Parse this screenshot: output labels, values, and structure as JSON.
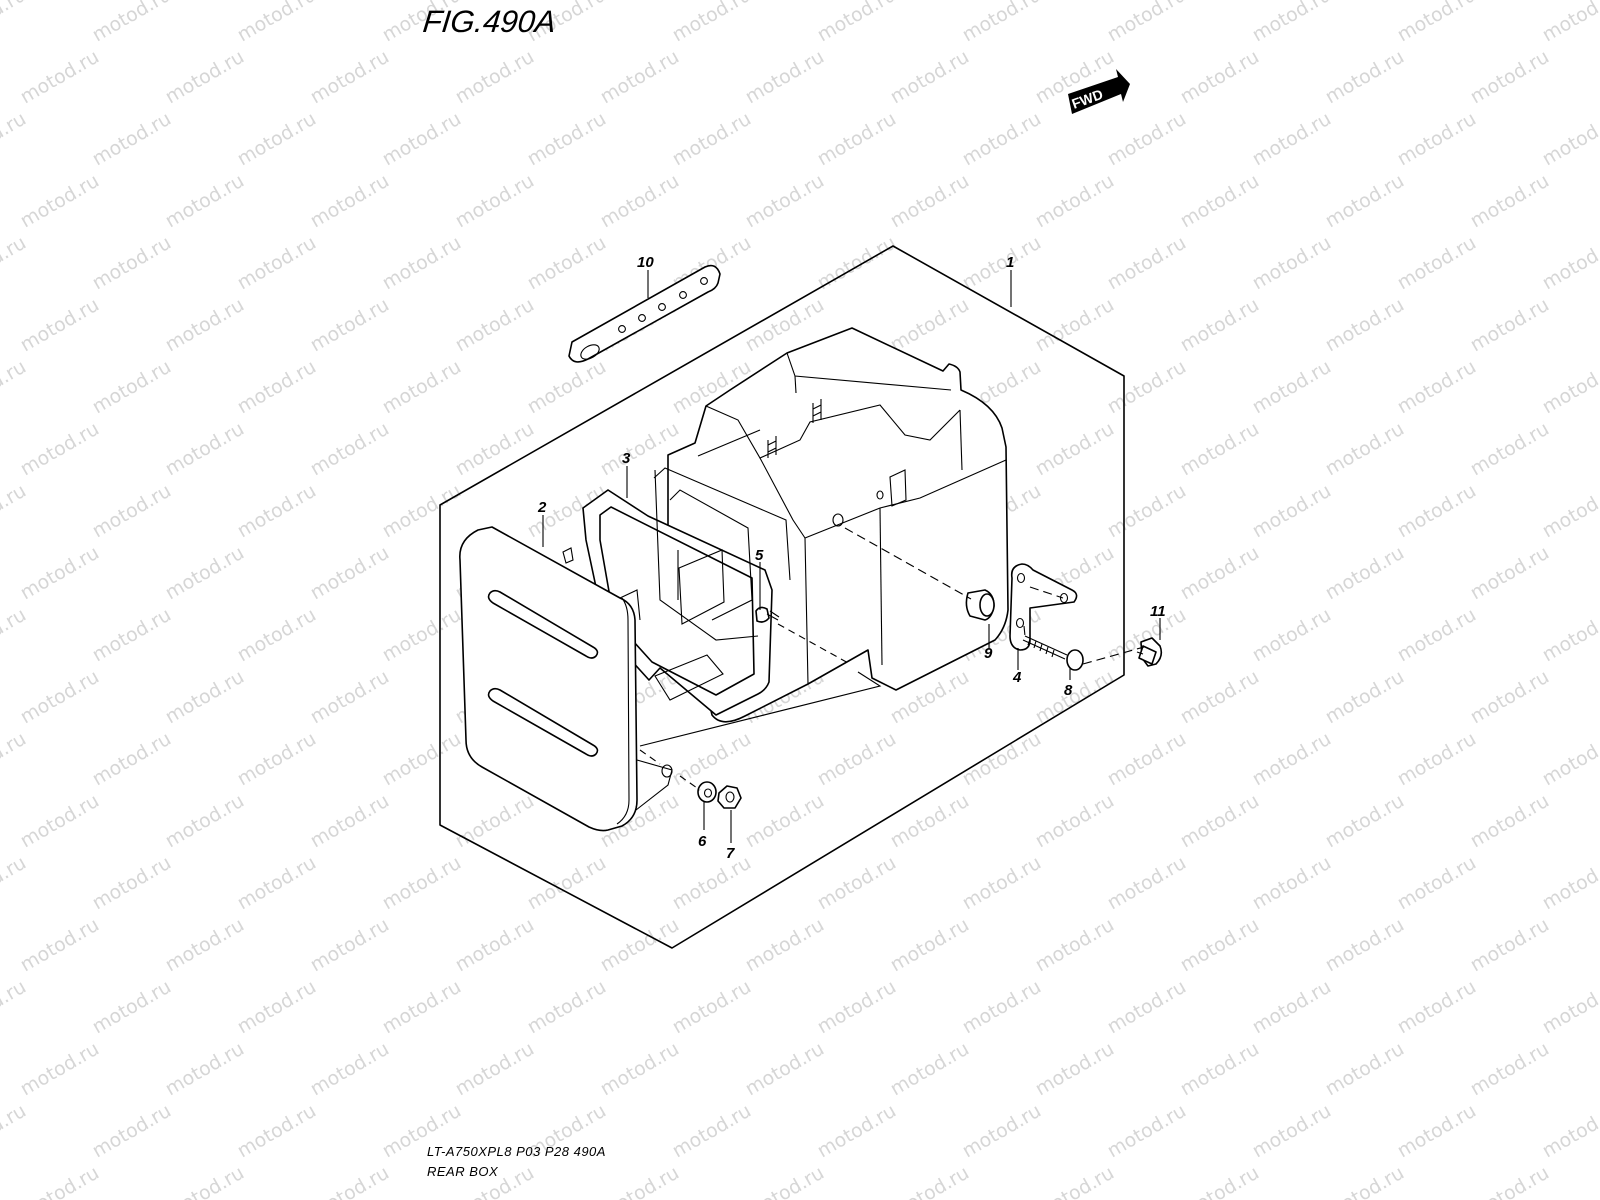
{
  "figure": {
    "title": "FIG.490A",
    "model_code": "LT-A750XPL8  P03  P28  490A",
    "section_name": "REAR BOX",
    "direction_marker": "FWD",
    "watermark": "motod.ru"
  },
  "callouts": [
    {
      "id": "1",
      "label": "1"
    },
    {
      "id": "2",
      "label": "2"
    },
    {
      "id": "3",
      "label": "3"
    },
    {
      "id": "4",
      "label": "4"
    },
    {
      "id": "5",
      "label": "5"
    },
    {
      "id": "6",
      "label": "6"
    },
    {
      "id": "7",
      "label": "7"
    },
    {
      "id": "8",
      "label": "8"
    },
    {
      "id": "9",
      "label": "9"
    },
    {
      "id": "10",
      "label": "10"
    },
    {
      "id": "11",
      "label": "11"
    }
  ],
  "colors": {
    "line": "#000000",
    "watermark": "#d6d6d6",
    "background": "#ffffff"
  }
}
